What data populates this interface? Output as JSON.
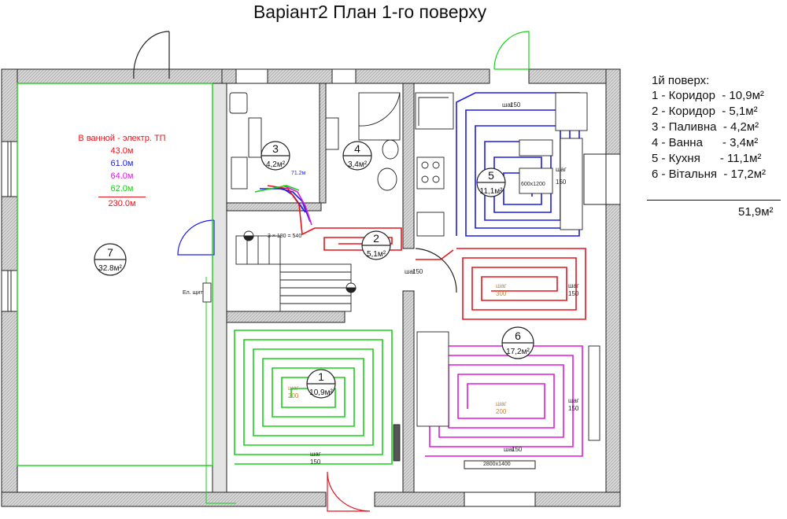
{
  "title": "Варіант2 План 1-го поверху",
  "legend": {
    "heading": "1й поверх:",
    "rooms": [
      "1 - Коридор  - 10,9м²",
      "2 - Коридор  - 5,1м²",
      "3 - Паливна  - 4,2м²",
      "4 - Ванна      - 3,4м²",
      "5 - Кухня      - 11,1м²",
      "6 - Вітальня  - 17,2м²"
    ],
    "total": "51,9м²"
  },
  "bath_note": {
    "heading": "В ванной - электр. ТП",
    "loops": [
      {
        "label": "43.0м",
        "color": "#e8141c"
      },
      {
        "label": "61.0м",
        "color": "#1c1ce8"
      },
      {
        "label": "64.0м",
        "color": "#e018e0"
      },
      {
        "label": "62.0м",
        "color": "#18d018"
      },
      {
        "label": "230.0м",
        "color": "#e8141c"
      }
    ]
  },
  "rooms": [
    {
      "number": "1",
      "area": "10,9м²"
    },
    {
      "number": "2",
      "area": "5,1м²"
    },
    {
      "number": "3",
      "area": "4,2м²"
    },
    {
      "number": "4",
      "area": "3,4м²"
    },
    {
      "number": "5",
      "area": "11,1м²"
    },
    {
      "number": "6",
      "area": "17,2м²"
    },
    {
      "number": "7",
      "area": "32.8м²"
    }
  ],
  "pitch_labels": {
    "word": "шаг",
    "v150": "150",
    "v200": "200",
    "v300": "300"
  },
  "small_labels": {
    "el_shield": "Ел. щит",
    "loop_len": "71.2м",
    "stair": "3 × 180 = 540",
    "window_dim": "2800х1400",
    "fridge": "600х1200"
  },
  "colors": {
    "red": "#e8141c",
    "blue": "#1c1ce8",
    "magenta": "#e018e0",
    "green": "#18d018",
    "orange": "#e07a18",
    "wall": "#c8c8c8",
    "line": "#222222"
  }
}
